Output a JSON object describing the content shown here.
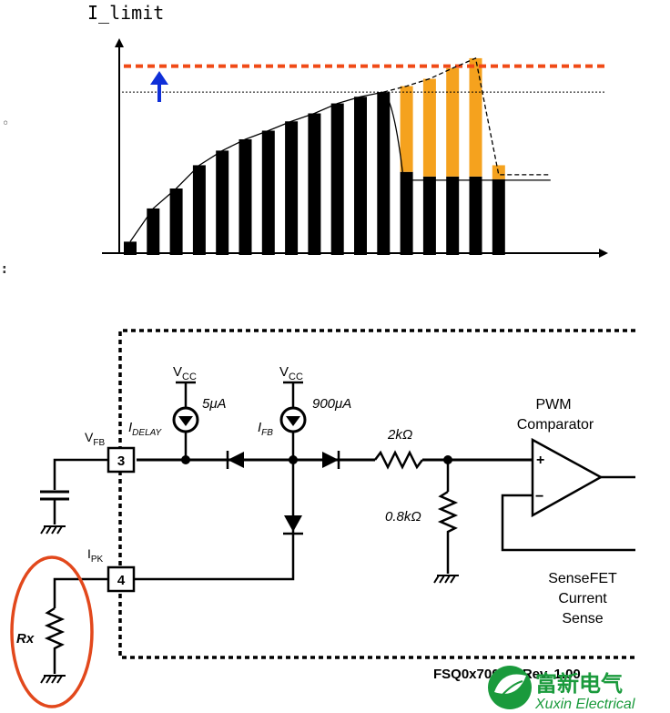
{
  "top_chart": {
    "title": "I_limit",
    "bars": [
      {
        "black": 2,
        "orange": 0
      },
      {
        "black": 7,
        "orange": 0
      },
      {
        "black": 10,
        "orange": 0
      },
      {
        "black": 13.5,
        "orange": 0
      },
      {
        "black": 15.7,
        "orange": 0
      },
      {
        "black": 17.4,
        "orange": 0
      },
      {
        "black": 18.7,
        "orange": 0
      },
      {
        "black": 20.1,
        "orange": 0
      },
      {
        "black": 21.3,
        "orange": 0
      },
      {
        "black": 22.8,
        "orange": 0
      },
      {
        "black": 23.8,
        "orange": 0
      },
      {
        "black": 24.5,
        "orange": 0
      },
      {
        "black": 12.5,
        "orange": 12.9
      },
      {
        "black": 11.8,
        "orange": 14.7
      },
      {
        "black": 11.8,
        "orange": 16.3
      },
      {
        "black": 11.8,
        "orange": 17.8
      },
      {
        "black": 11.4,
        "orange": 2.1
      }
    ],
    "limit_level": 28.4,
    "dotted_level": 24.5,
    "final_envelope_level": 11.8,
    "colors": {
      "bar": "#000000",
      "excess": "#f5a21e",
      "limit": "#f04a16",
      "arrow": "#0f2fd8"
    },
    "arrow_icon": "up-arrow-icon"
  },
  "side_marks": {
    "top": "◦",
    "bottom": ":"
  },
  "circuit": {
    "vcc_label": "V",
    "vcc_sub": "CC",
    "current_5": "5μA",
    "current_900": "900μA",
    "i_delay": "I",
    "i_delay_sub": "DELAY",
    "i_fb": "I",
    "i_fb_sub": "FB",
    "vfb": "V",
    "vfb_sub": "FB",
    "ipk": "I",
    "ipk_sub": "PK",
    "pin3": "3",
    "pin4": "4",
    "r_2k": "2kΩ",
    "r_08k": "0.8kΩ",
    "comparator_line1": "PWM",
    "comparator_line2": "Comparator",
    "plus": "+",
    "minus": "−",
    "sense_line1": "SenseFET",
    "sense_line2": "Current",
    "sense_line3": "Sense",
    "rx": "Rx",
    "revision": "FSQ0x700NA Rev. 1.00"
  },
  "watermark": {
    "cn": "富新电气",
    "en": "Xuxin Electrical",
    "color": "#1a9a3c"
  },
  "highlight_color": "#e2481c"
}
